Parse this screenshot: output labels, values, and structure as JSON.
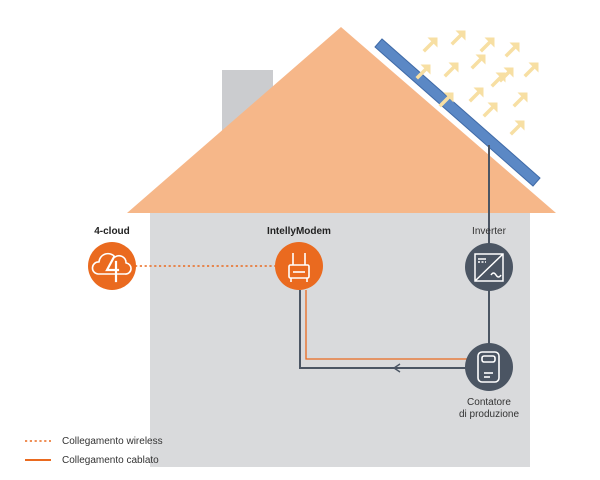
{
  "nodes": {
    "cloud": {
      "label": "4-cloud"
    },
    "modem": {
      "label": "IntellyModem"
    },
    "inverter": {
      "label": "Inverter"
    },
    "meter": {
      "label_line1": "Contatore",
      "label_line2": "di produzione"
    }
  },
  "legend": {
    "wireless": {
      "label": "Collegamento wireless"
    },
    "wired": {
      "label": "Collegamento cablato"
    }
  },
  "colors": {
    "orange": "#ea6a1f",
    "roof": "#f6b789",
    "house": "#d9dadc",
    "chimney": "#cbcccf",
    "panel": "#5b88c5",
    "panel_edge": "#3f6aa7",
    "dark_node": "#4b5563",
    "line_dark": "#4b5563",
    "sun_arrow": "#f7dfa3"
  },
  "icons": {
    "cloud": "cloud-4-icon",
    "modem": "router-antenna-icon",
    "inverter": "inverter-dc-ac-icon",
    "meter": "energy-meter-icon",
    "sun": "sun-ray-arrow-icon"
  }
}
